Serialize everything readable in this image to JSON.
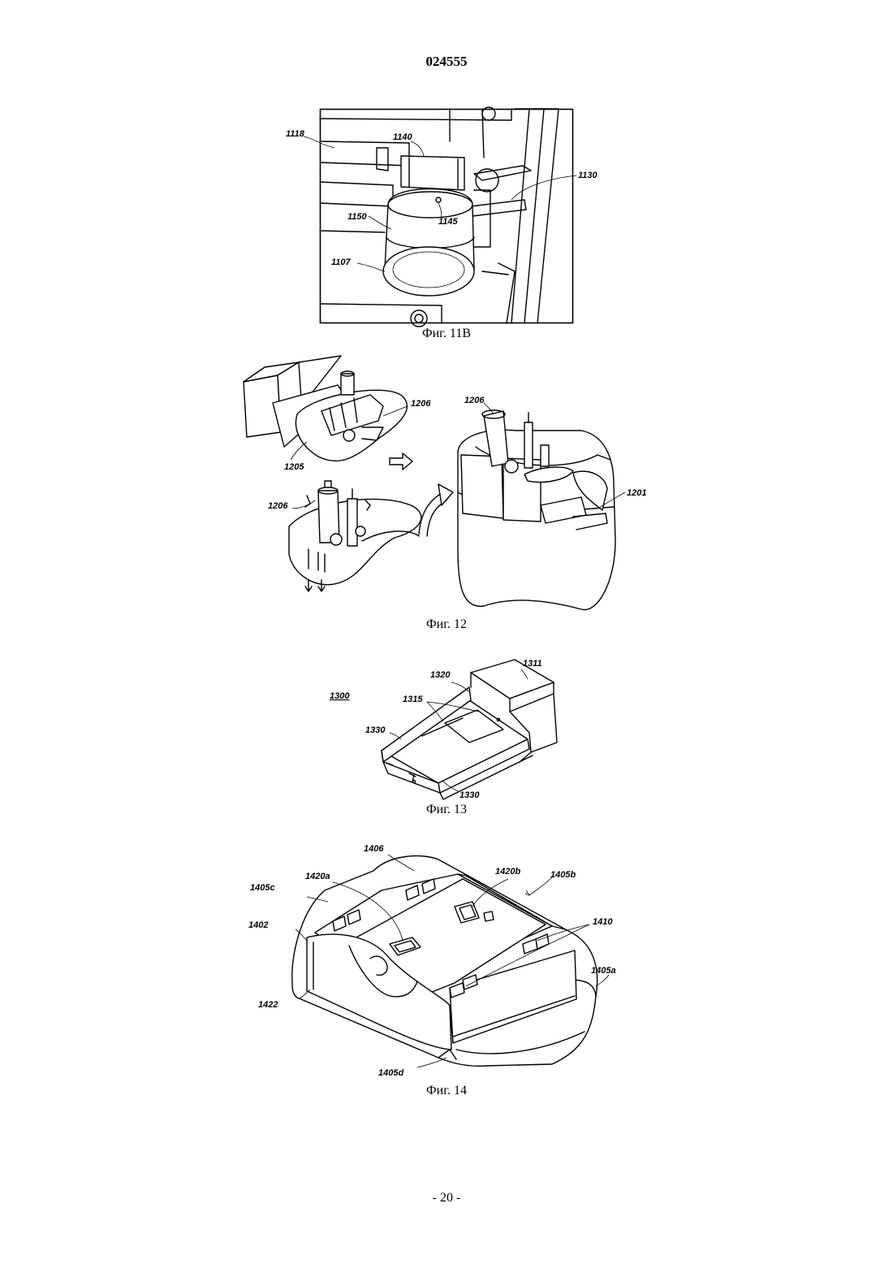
{
  "header": {
    "doc_number": "024555"
  },
  "footer": {
    "page_number": "- 20 -"
  },
  "figures": {
    "fig11b": {
      "caption": "Фиг. 11В",
      "labels": {
        "l1118": "1118",
        "l1140": "1140",
        "l1130": "1130",
        "l1150": "1150",
        "l1145": "1145",
        "l1107": "1107"
      }
    },
    "fig12": {
      "caption": "Фиг. 12",
      "labels": {
        "l1206a": "1206",
        "l1205": "1205",
        "l1206b": "1206",
        "l1206c": "1206",
        "l1201": "1201"
      }
    },
    "fig13": {
      "caption": "Фиг. 13",
      "labels": {
        "l1300": "1300",
        "l1320": "1320",
        "l1311": "1311",
        "l1315": "1315",
        "l1330a": "1330",
        "l1330b": "1330"
      }
    },
    "fig14": {
      "caption": "Фиг. 14",
      "labels": {
        "l1406": "1406",
        "l1420a": "1420a",
        "l1420b": "1420b",
        "l1405b": "1405b",
        "l1405c": "1405c",
        "l1410": "1410",
        "l1402": "1402",
        "l1405a": "1405a",
        "l1422": "1422",
        "l1405d": "1405d"
      }
    }
  }
}
